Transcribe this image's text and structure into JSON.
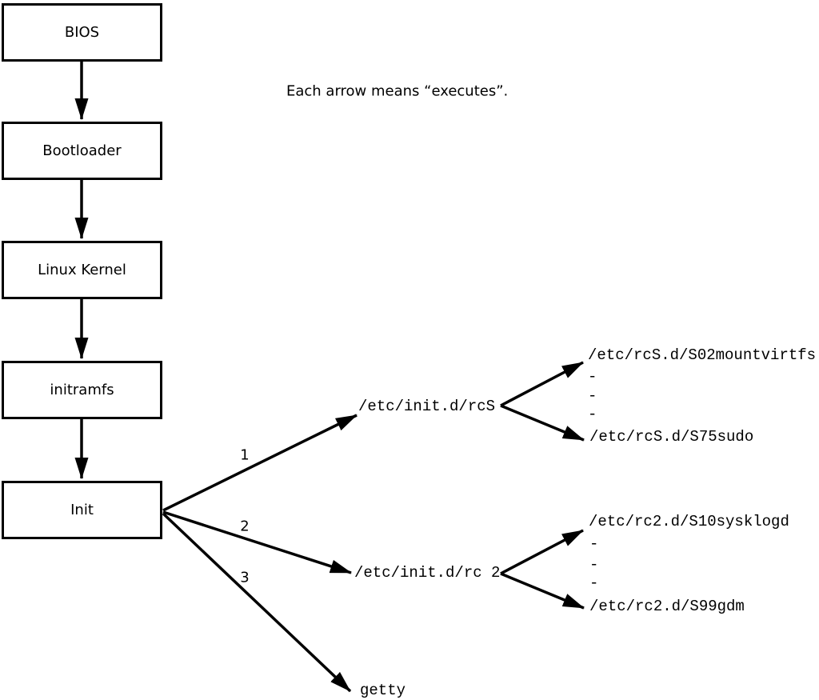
{
  "caption": "Each arrow means “executes”.",
  "chain": [
    {
      "label": "BIOS"
    },
    {
      "label": "Bootloader"
    },
    {
      "label": "Linux Kernel"
    },
    {
      "label": "initramfs"
    },
    {
      "label": "Init"
    }
  ],
  "branches": [
    {
      "number": "1",
      "target": "/etc/init.d/rcS",
      "children": [
        "/etc/rcS.d/S02mountvirtfs",
        "-",
        "-",
        "-",
        "/etc/rcS.d/S75sudo"
      ]
    },
    {
      "number": "2",
      "target": "/etc/init.d/rc 2",
      "children": [
        "/etc/rc2.d/S10sysklogd",
        "-",
        "-",
        "-",
        "/etc/rc2.d/S99gdm"
      ]
    },
    {
      "number": "3",
      "target": "getty",
      "children": []
    }
  ],
  "colors": {
    "line": "#000000",
    "background": "#ffffff"
  }
}
